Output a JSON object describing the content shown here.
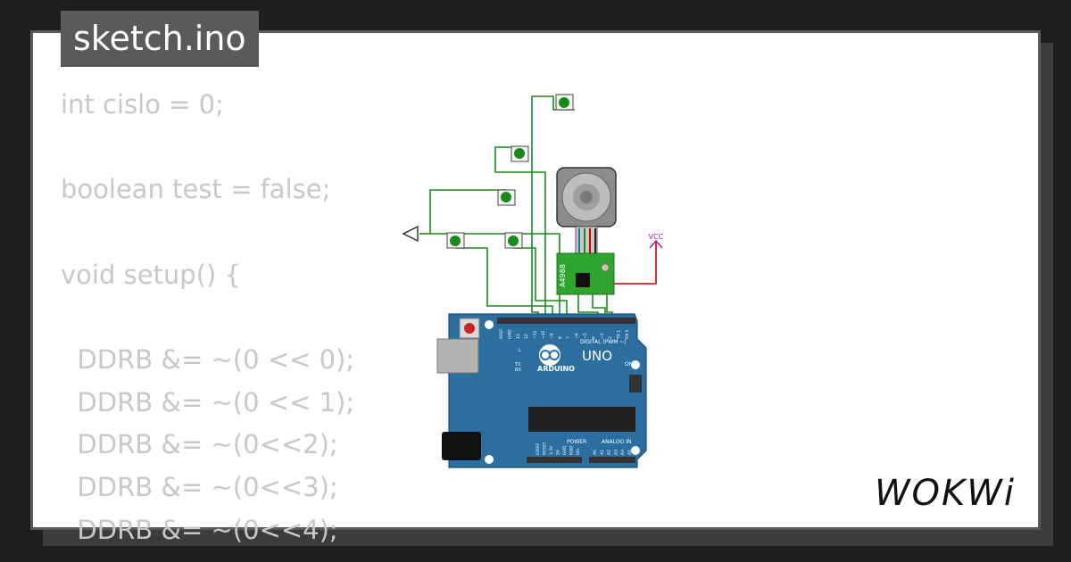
{
  "sketch": {
    "filename": "sketch.ino",
    "code_lines": [
      "int cislo = 0;",
      "",
      "boolean test = false;",
      "",
      "void setup() {",
      "",
      "  DDRB &= ~(0 << 0);",
      "  DDRB &= ~(0 << 1);",
      "  DDRB &= ~(0<<2);",
      "  DDRB &= ~(0<<3);",
      "  DDRB &= ~(0<<4);"
    ]
  },
  "circuit": {
    "board": {
      "brand": "ARDUINO",
      "model": "UNO",
      "header_label": "DIGITAL (PWM ~)",
      "power_label": "POWER",
      "analog_label": "ANALOG IN",
      "on_label": "ON",
      "led_labels": [
        "L",
        "TX",
        "RX"
      ],
      "power_pins": [
        "IOREF",
        "RESET",
        "3.3V",
        "5V",
        "GND",
        "GND",
        "Vin"
      ],
      "analog_pins": [
        "A0",
        "A1",
        "A2",
        "A3",
        "A4",
        "A5"
      ],
      "digital_pins": [
        "AREF",
        "GND",
        "13",
        "12",
        "~11",
        "~10",
        "~9",
        "8",
        "7",
        "~6",
        "~5",
        "4",
        "~3",
        "2",
        "TX 1",
        "RX 0"
      ]
    },
    "driver": {
      "label": "A4988"
    },
    "vcc_label": "VCC",
    "button_count": 5,
    "colors": {
      "board": "#2a6fa0",
      "wire": "#1a8a1a",
      "power_wire": "#cc0000",
      "vcc": "#a020c0",
      "driver": "#2fa52f",
      "motor": "#8c8c8c"
    }
  },
  "brand": {
    "logo_text": "WOKWi"
  }
}
